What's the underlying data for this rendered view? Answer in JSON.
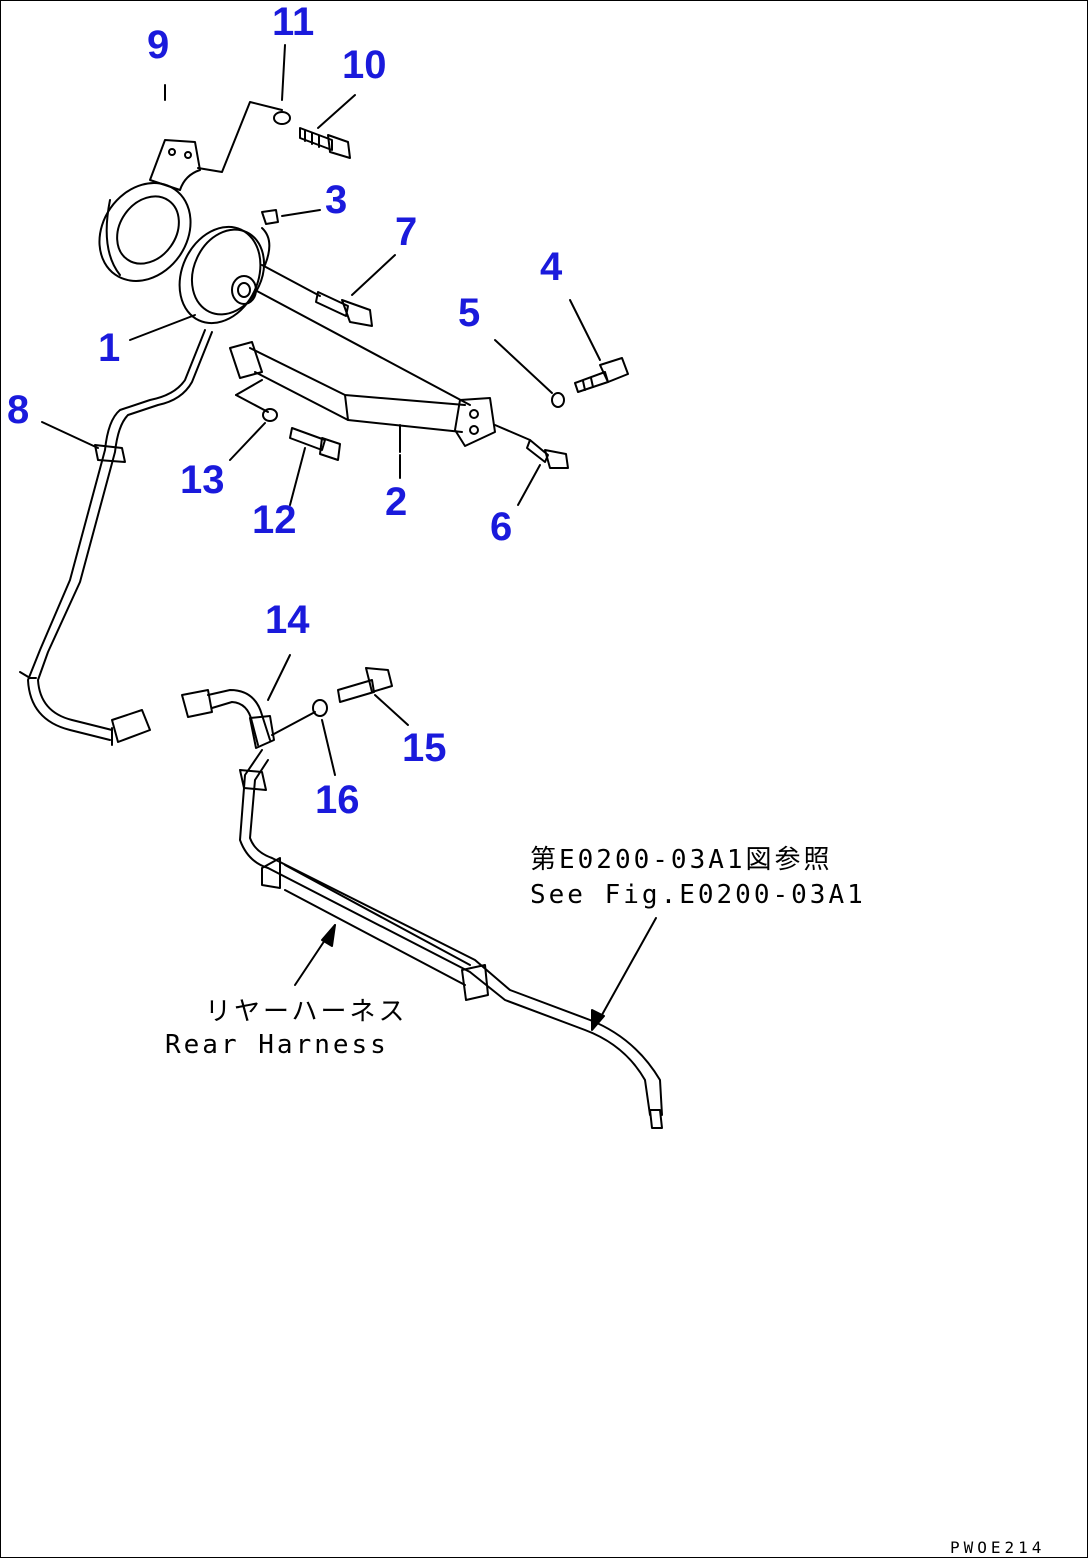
{
  "callouts": [
    "1",
    "2",
    "3",
    "4",
    "5",
    "6",
    "7",
    "8",
    "9",
    "10",
    "11",
    "12",
    "13",
    "14",
    "15",
    "16"
  ],
  "notes": {
    "see_fig_jp": "第E0200-03A1図参照",
    "see_fig_en": "See Fig.E0200-03A1",
    "rear_harness_jp": "リヤーハーネス",
    "rear_harness_en": "Rear Harness"
  },
  "drawing_code": "PWOE214",
  "colors": {
    "callout": "#1a1adc",
    "line": "#000000",
    "background": "#ffffff"
  }
}
